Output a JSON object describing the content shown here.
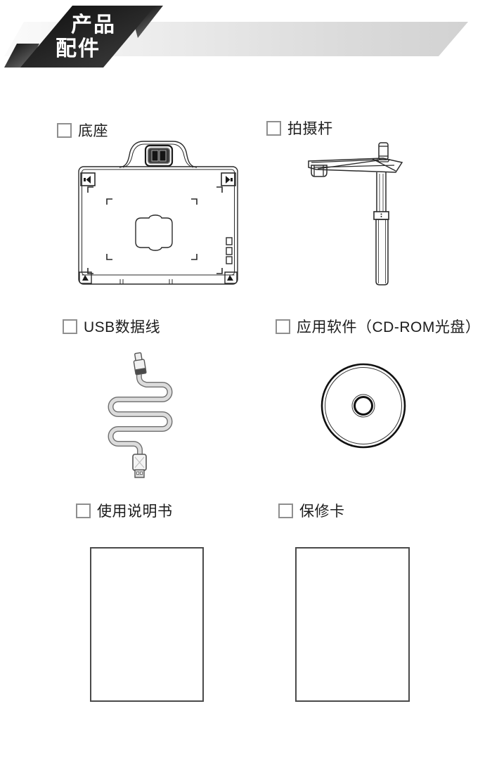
{
  "header": {
    "title_line1": "产品",
    "title_line2": "配件"
  },
  "colors": {
    "banner_black": "#141414",
    "banner_gray": "#d9d9d9",
    "line_art": "#2a2a2a"
  },
  "items": [
    {
      "id": "base",
      "label": "底座",
      "illustration": "document-camera-base"
    },
    {
      "id": "camera-arm",
      "label": "拍摄杆",
      "illustration": "shooting-arm"
    },
    {
      "id": "usb-cable",
      "label": "USB数据线",
      "illustration": "usb-cable-coiled"
    },
    {
      "id": "cd-rom",
      "label": "应用软件（CD-ROM光盘）",
      "illustration": "cd-disc"
    },
    {
      "id": "manual",
      "label": "使用说明书",
      "illustration": "blank-booklet"
    },
    {
      "id": "warranty",
      "label": "保修卡",
      "illustration": "blank-card"
    }
  ]
}
